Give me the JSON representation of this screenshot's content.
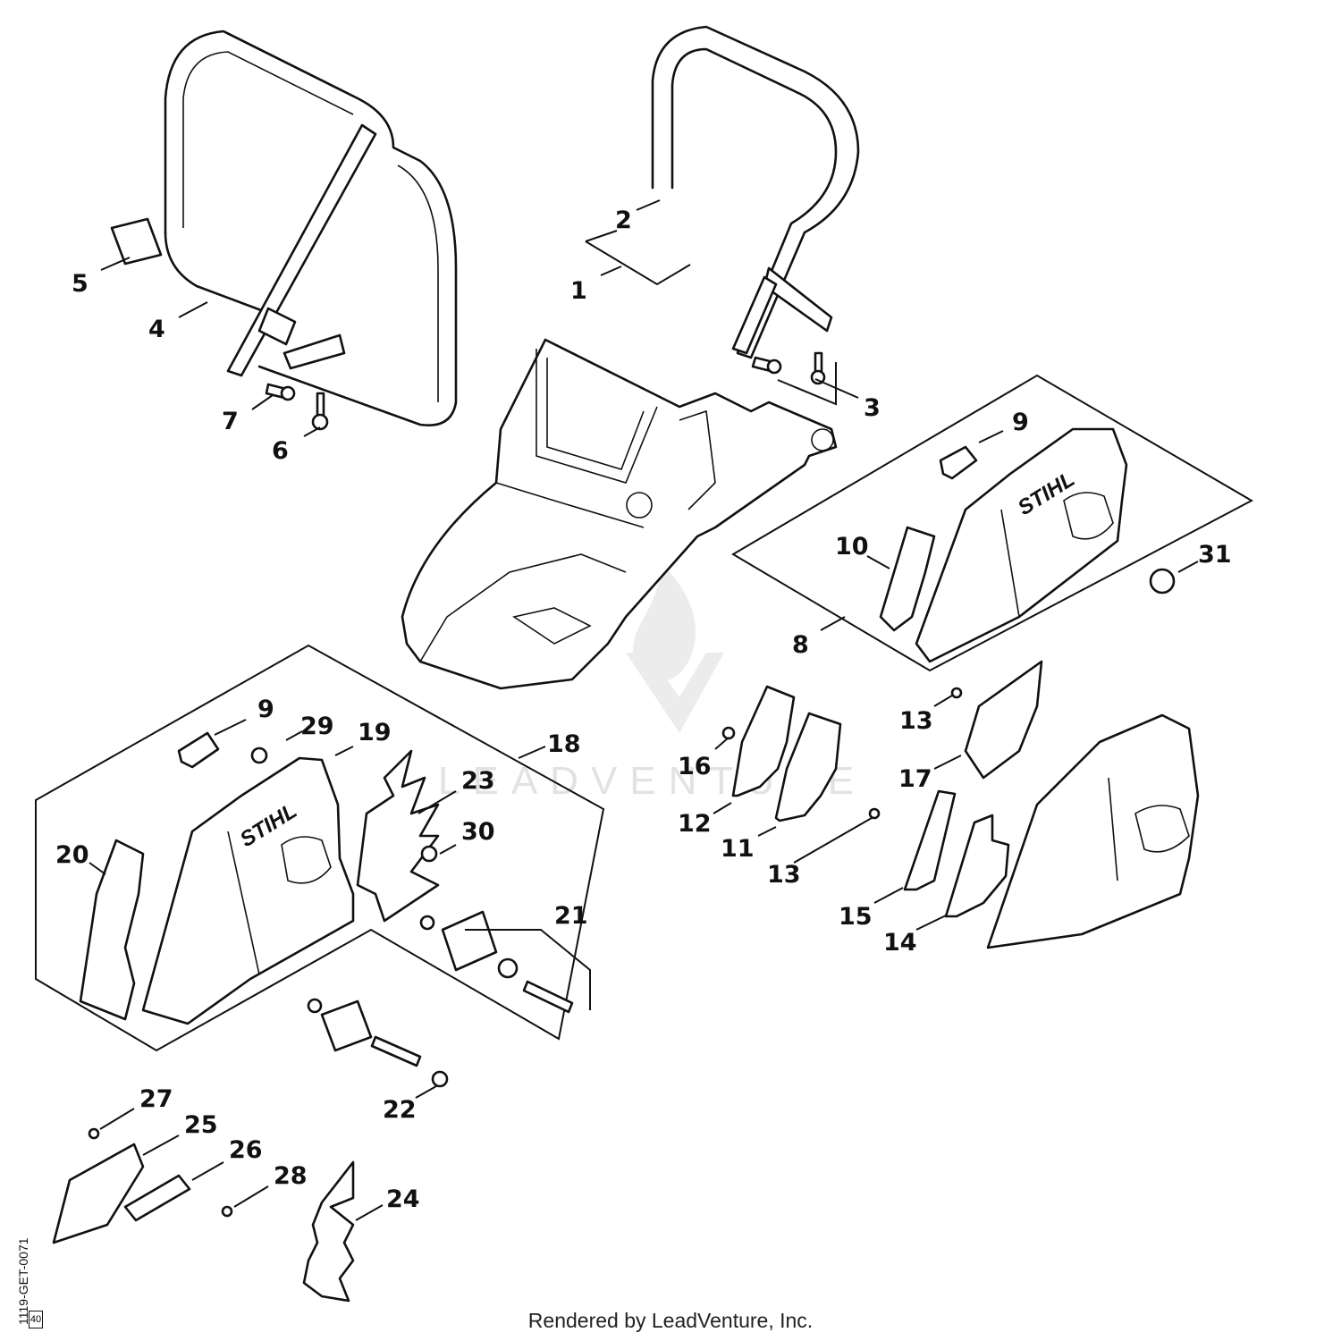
{
  "diagram": {
    "footer": "Rendered by LeadVenture, Inc.",
    "drawing_code": "1119-GET-0071",
    "drawing_code_box": "40",
    "watermark_text": "LEADVENTURE",
    "brand_label": "STIHL",
    "callouts": [
      {
        "id": "c1",
        "label": "1"
      },
      {
        "id": "c2",
        "label": "2"
      },
      {
        "id": "c3",
        "label": "3"
      },
      {
        "id": "c4",
        "label": "4"
      },
      {
        "id": "c5",
        "label": "5"
      },
      {
        "id": "c6",
        "label": "6"
      },
      {
        "id": "c7",
        "label": "7"
      },
      {
        "id": "c8",
        "label": "8"
      },
      {
        "id": "c9a",
        "label": "9"
      },
      {
        "id": "c9b",
        "label": "9"
      },
      {
        "id": "c10",
        "label": "10"
      },
      {
        "id": "c11",
        "label": "11"
      },
      {
        "id": "c12",
        "label": "12"
      },
      {
        "id": "c13a",
        "label": "13"
      },
      {
        "id": "c13b",
        "label": "13"
      },
      {
        "id": "c14",
        "label": "14"
      },
      {
        "id": "c15",
        "label": "15"
      },
      {
        "id": "c16",
        "label": "16"
      },
      {
        "id": "c17",
        "label": "17"
      },
      {
        "id": "c18",
        "label": "18"
      },
      {
        "id": "c19",
        "label": "19"
      },
      {
        "id": "c20",
        "label": "20"
      },
      {
        "id": "c21",
        "label": "21"
      },
      {
        "id": "c22",
        "label": "22"
      },
      {
        "id": "c23",
        "label": "23"
      },
      {
        "id": "c24",
        "label": "24"
      },
      {
        "id": "c25",
        "label": "25"
      },
      {
        "id": "c26",
        "label": "26"
      },
      {
        "id": "c27",
        "label": "27"
      },
      {
        "id": "c28",
        "label": "28"
      },
      {
        "id": "c29",
        "label": "29"
      },
      {
        "id": "c30",
        "label": "30"
      },
      {
        "id": "c31",
        "label": "31"
      }
    ]
  }
}
